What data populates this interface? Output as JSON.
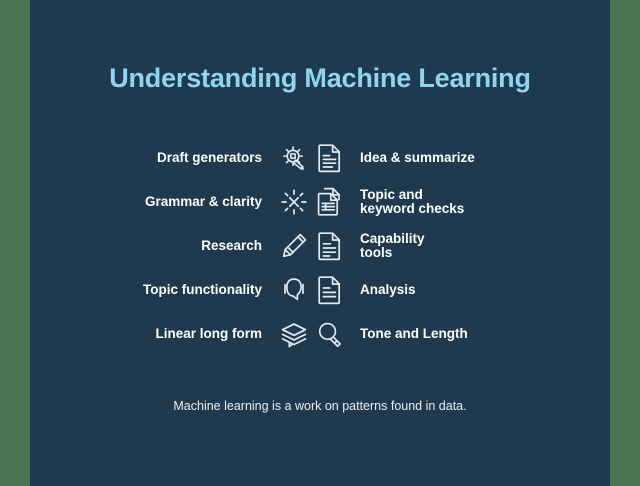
{
  "slide": {
    "title": "Understanding Machine Learning",
    "footer": "Machine learning is a work on patterns found in data.",
    "colors": {
      "frame_green": "#4a7350",
      "panel_navy": "#1f3a4e",
      "title_blue": "#8ed6f0",
      "label_white": "#ffffff",
      "footer_text": "#e9eef2",
      "icon_stroke": "#e3ecf2"
    }
  },
  "left_column": {
    "items": [
      {
        "label": "Draft generators",
        "icon": "sun-gear-pen-icon"
      },
      {
        "label": "Grammar & clarity",
        "icon": "sparkle-burst-icon"
      },
      {
        "label": "Research",
        "icon": "pencil-icon"
      },
      {
        "label": "Topic functionality",
        "icon": "speech-bubble-icon"
      },
      {
        "label": "Linear long form",
        "icon": "stacked-layers-icon"
      }
    ]
  },
  "right_column": {
    "items": [
      {
        "label": "Idea & summarize",
        "icon": "document-lines-icon"
      },
      {
        "label": "Topic and\nkeyword checks",
        "icon": "document-table-icon"
      },
      {
        "label": "Capability\ntools",
        "icon": "document-lines-icon"
      },
      {
        "label": "Analysis",
        "icon": "document-lines-icon"
      },
      {
        "label": "Tone and Length",
        "icon": "magnifier-icon"
      }
    ]
  }
}
